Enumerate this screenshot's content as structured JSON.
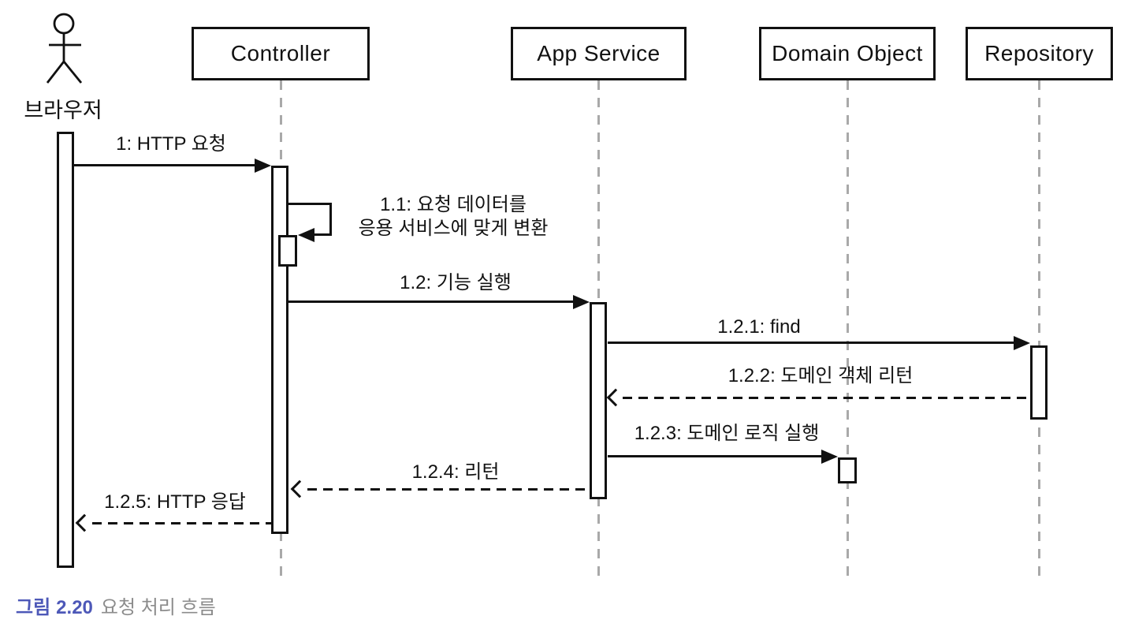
{
  "diagram": {
    "actor": {
      "label": "브라우저"
    },
    "participants": [
      {
        "label": "Controller"
      },
      {
        "label": "App Service"
      },
      {
        "label": "Domain Object"
      },
      {
        "label": "Repository"
      }
    ],
    "messages": [
      {
        "id": "1",
        "label": "1: HTTP 요청",
        "type": "sync",
        "from": "브라우저",
        "to": "Controller"
      },
      {
        "id": "1.1",
        "label": "1.1: 요청 데이터를\n응용 서비스에 맞게 변환",
        "type": "self",
        "from": "Controller",
        "to": "Controller"
      },
      {
        "id": "1.2",
        "label": "1.2: 기능 실행",
        "type": "sync",
        "from": "Controller",
        "to": "App Service"
      },
      {
        "id": "1.2.1",
        "label": "1.2.1: find",
        "type": "sync",
        "from": "App Service",
        "to": "Repository"
      },
      {
        "id": "1.2.2",
        "label": "1.2.2: 도메인 객체 리턴",
        "type": "return",
        "from": "Repository",
        "to": "App Service"
      },
      {
        "id": "1.2.3",
        "label": "1.2.3: 도메인 로직 실행",
        "type": "sync",
        "from": "App Service",
        "to": "Domain Object"
      },
      {
        "id": "1.2.4",
        "label": "1.2.4: 리턴",
        "type": "return",
        "from": "App Service",
        "to": "Controller"
      },
      {
        "id": "1.2.5",
        "label": "1.2.5: HTTP 응답",
        "type": "return",
        "from": "Controller",
        "to": "브라우저"
      }
    ],
    "caption": {
      "figure_word": "그림",
      "figure_number": "2.20",
      "title": "요청 처리 흐름"
    },
    "colors": {
      "line": "#111111",
      "lifeline": "#a9a9a9",
      "caption_accent": "#4d58b8",
      "caption_text": "#8c8c8c"
    }
  }
}
